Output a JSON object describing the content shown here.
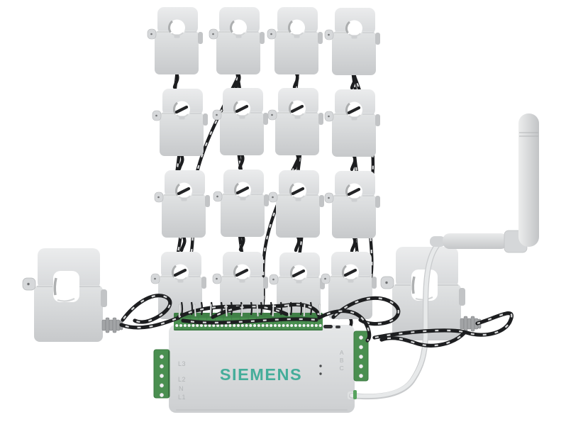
{
  "scene": {
    "type": "product-photo",
    "subject": "Siemens wireless energy monitor gateway with current-transformer clamps and antenna",
    "background_color": "#ffffff"
  },
  "device": {
    "brand_label": "SIEMENS",
    "brand_color": "#45ad9a",
    "voltage_terminal_labels": [
      "L3",
      "L2",
      "N",
      "L1"
    ],
    "comm_terminal_labels": [
      "A",
      "B",
      "C"
    ],
    "status_led_count": 2,
    "top_terminal_screw_count": 36,
    "side_terminal_screw_count": 5
  },
  "current_transformers": {
    "small_clamp_count": 16,
    "grid_rows": 4,
    "grid_cols": 4,
    "large_clamp_count": 2
  },
  "antenna": {
    "present": true,
    "type": "whip-with-elbow-mount"
  },
  "colors": {
    "terminal_green": "#4a8f50",
    "terminal_green_dark": "#3e7e45",
    "enclosure_gray": "#d8dadc",
    "wire_black": "#1d1e20",
    "cable_white": "#e4e6e7",
    "label_gray": "#b2b5b7"
  }
}
